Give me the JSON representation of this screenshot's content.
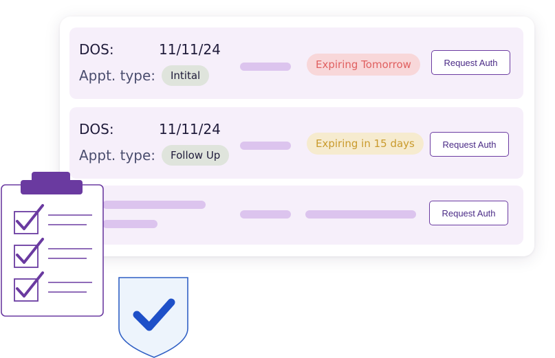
{
  "rows": [
    {
      "dos_label": "DOS:",
      "dos_value": "11/11/24",
      "appt_label": "Appt. type:",
      "appt_type": "Intital",
      "status": "Expiring Tomorrow",
      "action_label": "Request Auth"
    },
    {
      "dos_label": "DOS:",
      "dos_value": "11/11/24",
      "appt_label": "Appt. type:",
      "appt_type": "Follow Up",
      "status": "Expiring in 15 days",
      "action_label": "Request Auth"
    },
    {
      "action_label": "Request Auth"
    }
  ],
  "colors": {
    "accent_purple": "#6a3aa0",
    "row_background": "#f6effa",
    "status_danger_bg": "#f8d7d9",
    "status_danger_text": "#e06060",
    "status_warning_bg": "#f6ebcf",
    "status_warning_text": "#c99a2c",
    "shield_check": "#1e50c8"
  },
  "icons": {
    "clipboard": "clipboard-checklist-icon",
    "shield": "shield-check-icon"
  }
}
